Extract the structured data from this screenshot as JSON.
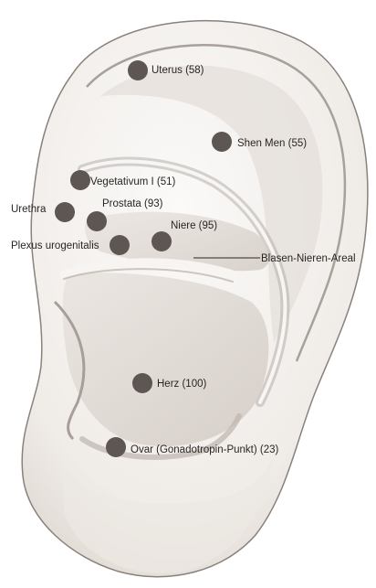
{
  "colors": {
    "background": "#ffffff",
    "ear_fill": "#f2efec",
    "ear_shadow": "#cfc8c2",
    "ear_outline": "#6e6560",
    "point": "#5d5652",
    "label": "#2a2522"
  },
  "points": [
    {
      "id": "uterus",
      "label": "Uterus (58)"
    },
    {
      "id": "shen-men",
      "label": "Shen Men (55)"
    },
    {
      "id": "vegetativum",
      "label": "Vegetativum I (51)"
    },
    {
      "id": "prostata",
      "label": "Prostata (93)"
    },
    {
      "id": "urethra",
      "label": "Urethra"
    },
    {
      "id": "niere",
      "label": "Niere (95)"
    },
    {
      "id": "plexus",
      "label": "Plexus urogenitalis"
    },
    {
      "id": "herz",
      "label": "Herz (100)"
    },
    {
      "id": "ovar",
      "label": "Ovar (Gonadotropin-Punkt) (23)"
    }
  ],
  "area_label": "Blasen-Nieren-Areal"
}
